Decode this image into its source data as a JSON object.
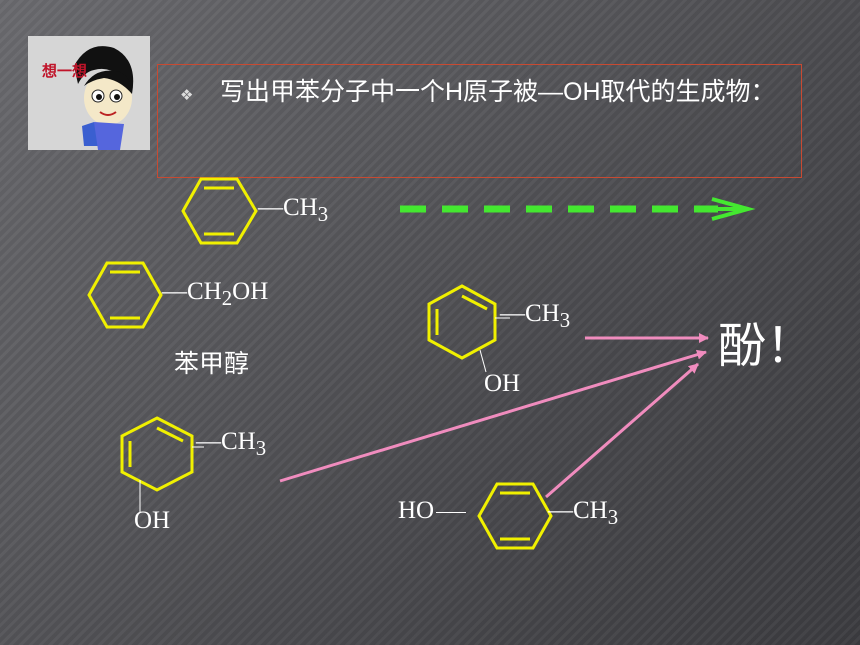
{
  "slide": {
    "question": "写出甲苯分子中一个H原子被—OH取代的生成物：",
    "avatar_caption": "想一想",
    "result": "酚！",
    "benzyl_alcohol_name": "苯甲醇"
  },
  "molecules": {
    "toluene": {
      "substituent_1": "—CH"
    },
    "benzyl_alcohol": {
      "substituent_1": "—CH",
      "substituent_2": "OH"
    },
    "ortho_cresol": {
      "substituent_1": "—CH",
      "substituent_2": "OH"
    },
    "meta_cresol": {
      "substituent_1": "—CH",
      "substituent_2": "OH"
    },
    "para_cresol": {
      "substituent_1": "HO",
      "substituent_2": "—CH"
    }
  },
  "subscripts": {
    "three": "3",
    "two": "2"
  },
  "colors": {
    "ring": "#f0f000",
    "dashed_arrow": "#44e830",
    "pink_arrow": "#f08cbe",
    "box_border": "#c84a32",
    "text": "#ffffff"
  }
}
